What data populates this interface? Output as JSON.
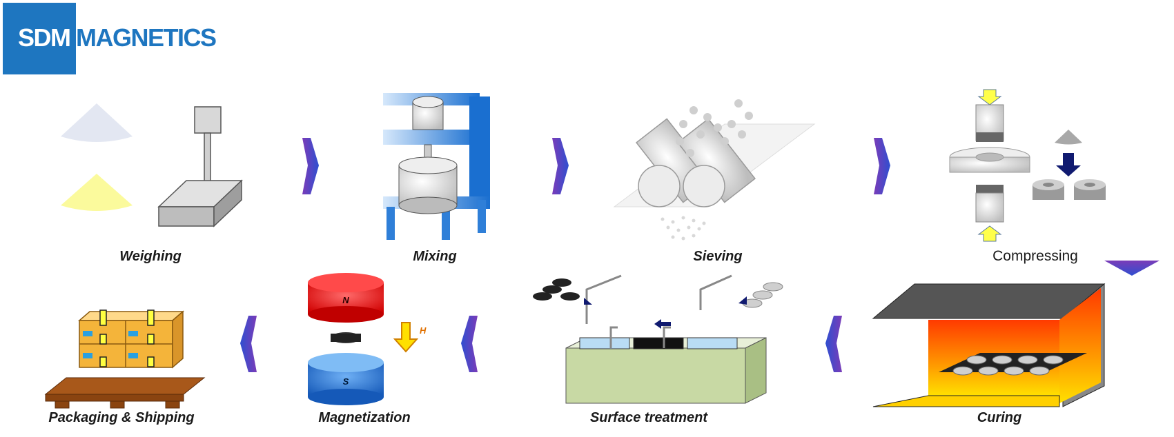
{
  "brand": {
    "logo_text_part1": "SDM",
    "logo_text_part2": "MAGNETICS"
  },
  "steps": [
    {
      "label": "Weighing"
    },
    {
      "label": "Mixing"
    },
    {
      "label": "Sieving"
    },
    {
      "label": "Compressing"
    },
    {
      "label": "Curing"
    },
    {
      "label": "Surface treatment"
    },
    {
      "label": "Magnetization"
    },
    {
      "label": "Packaging & Shipping"
    }
  ],
  "magnet": {
    "north_label": "N",
    "south_label": "S",
    "field_label": "H"
  },
  "colors": {
    "brand_blue": "#1e76c0",
    "arrow_blue": "#3b4fc4",
    "arrow_purple": "#7a3cb8",
    "furnace_orange": "#ff8a00",
    "magnet_red": "#e00000",
    "magnet_blue": "#1a6fd0"
  }
}
